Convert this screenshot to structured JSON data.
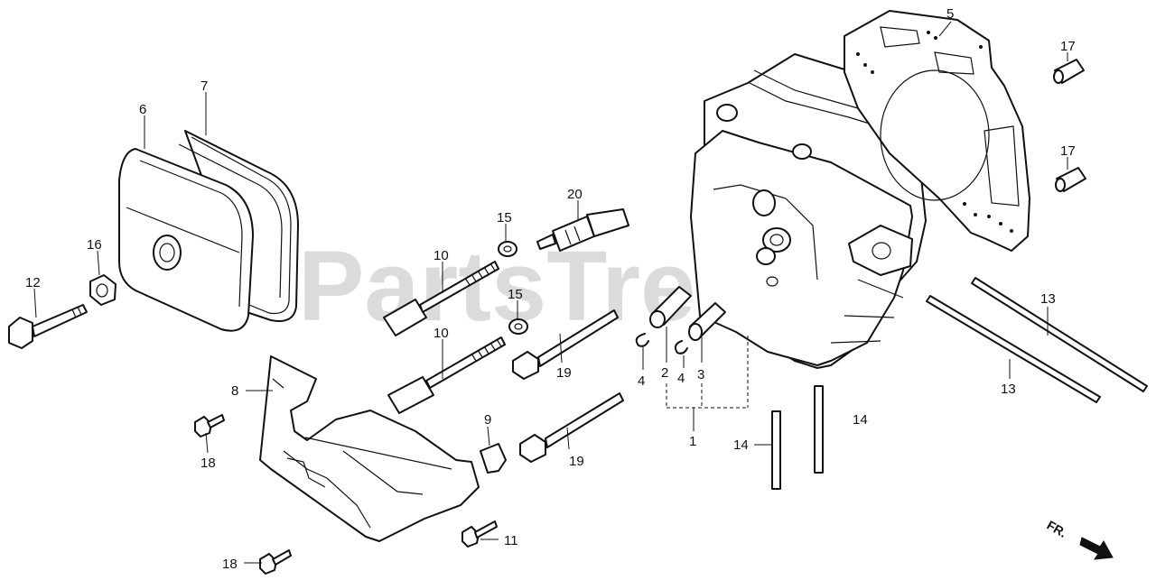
{
  "watermark": "PartsTree",
  "direction_label": "FR.",
  "callouts": {
    "c1": "1",
    "c2": "2",
    "c3": "3",
    "c4a": "4",
    "c4b": "4",
    "c5": "5",
    "c6": "6",
    "c7": "7",
    "c8": "8",
    "c9": "9",
    "c10a": "10",
    "c10b": "10",
    "c11": "11",
    "c12": "12",
    "c13a": "13",
    "c13b": "13",
    "c14a": "14",
    "c14b": "14",
    "c15a": "15",
    "c15b": "15",
    "c16": "16",
    "c17a": "17",
    "c17b": "17",
    "c18a": "18",
    "c18b": "18",
    "c19a": "19",
    "c19b": "19",
    "c20": "20"
  }
}
